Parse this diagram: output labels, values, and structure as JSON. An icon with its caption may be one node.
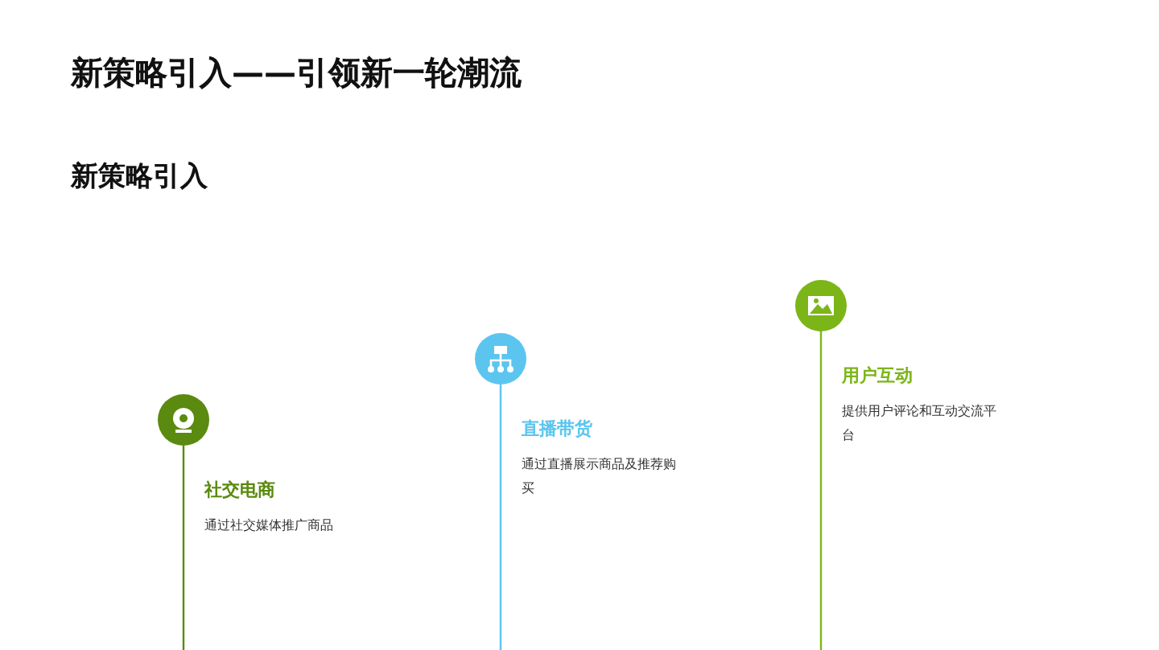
{
  "diagram": {
    "title": "新策略引入——引领新一轮潮流",
    "labels": [
      "新策略引入",
      "社交电商",
      "通过社交媒体推广商品",
      "直播带货",
      "通过直播展示商品及推荐购买",
      "用户互动",
      "提供用户评论和互动交流平台"
    ]
  }
}
